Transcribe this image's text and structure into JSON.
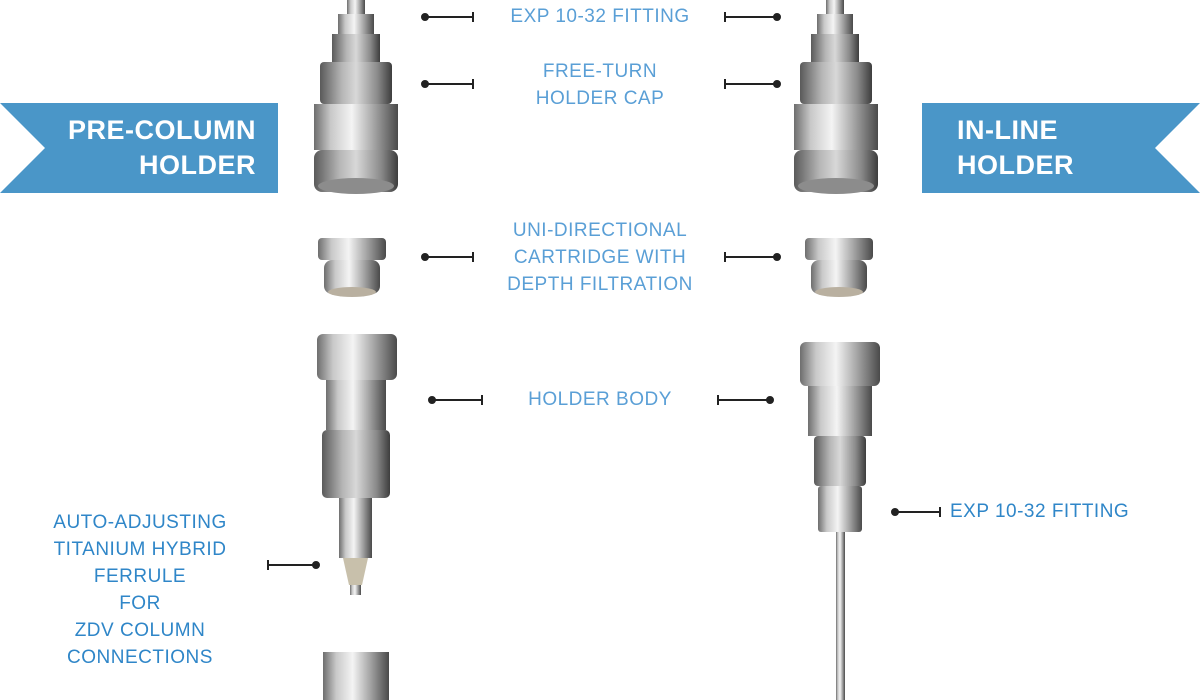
{
  "banners": {
    "left": [
      "PRE-COLUMN",
      "HOLDER"
    ],
    "right": [
      "IN-LINE",
      "HOLDER"
    ]
  },
  "labels": {
    "fitting_top": "EXP 10-32 FITTING",
    "cap": [
      "FREE-TURN",
      "HOLDER CAP"
    ],
    "cartridge": [
      "UNI-DIRECTIONAL",
      "CARTRIDGE WITH",
      "DEPTH FILTRATION"
    ],
    "body": "HOLDER BODY",
    "fitting_right": "EXP 10-32 FITTING",
    "ferrule": [
      "AUTO-ADJUSTING",
      "TITANIUM HYBRID",
      "FERRULE",
      "FOR",
      "ZDV COLUMN",
      "CONNECTIONS"
    ]
  },
  "colors": {
    "banner": "#4a96c8",
    "label": "#5a9fd6",
    "label_dark": "#2f86c8"
  }
}
